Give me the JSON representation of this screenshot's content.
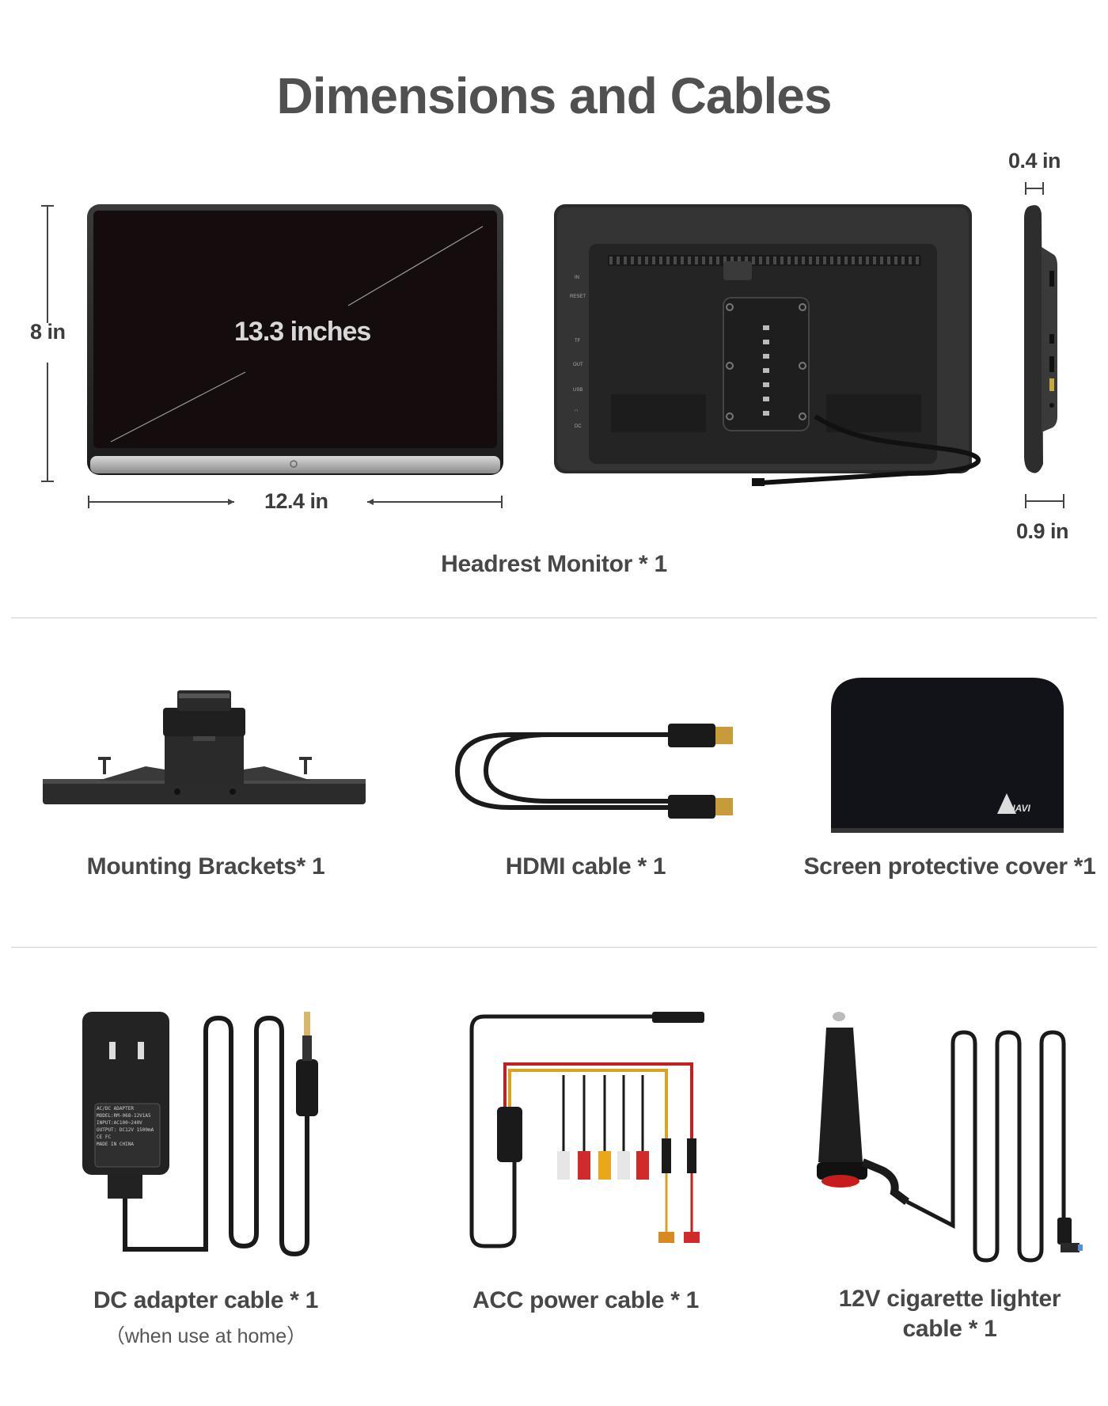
{
  "title": "Dimensions and Cables",
  "monitor": {
    "screen_label": "13.3 inches",
    "height_label": "8 in",
    "width_label": "12.4 in",
    "thickness_top_label": "0.4 in",
    "thickness_bottom_label": "0.9 in",
    "caption": "Headrest Monitor * 1",
    "port_labels": [
      "IN",
      "RESET",
      "TF",
      "OUT",
      "USB",
      "∩",
      "DC"
    ]
  },
  "row2": [
    {
      "caption": "Mounting Brackets* 1"
    },
    {
      "caption": "HDMI cable * 1"
    },
    {
      "caption": "Screen protective cover *1",
      "brand": "AINAVI"
    }
  ],
  "row3": [
    {
      "caption": "DC adapter cable * 1",
      "subcaption": "（when use at home）",
      "adapter_label": [
        "AC/DC ADAPTER",
        "MODEL:RM-068-12V1A5",
        "INPUT:AC100~240V",
        "OUTPUT: DC12V 1500mA",
        "CE  FC",
        "MADE  IN  CHINA"
      ]
    },
    {
      "caption": "ACC power cable * 1"
    },
    {
      "caption_line1": "12V cigarette lighter",
      "caption_line2": "cable  * 1"
    }
  ]
}
